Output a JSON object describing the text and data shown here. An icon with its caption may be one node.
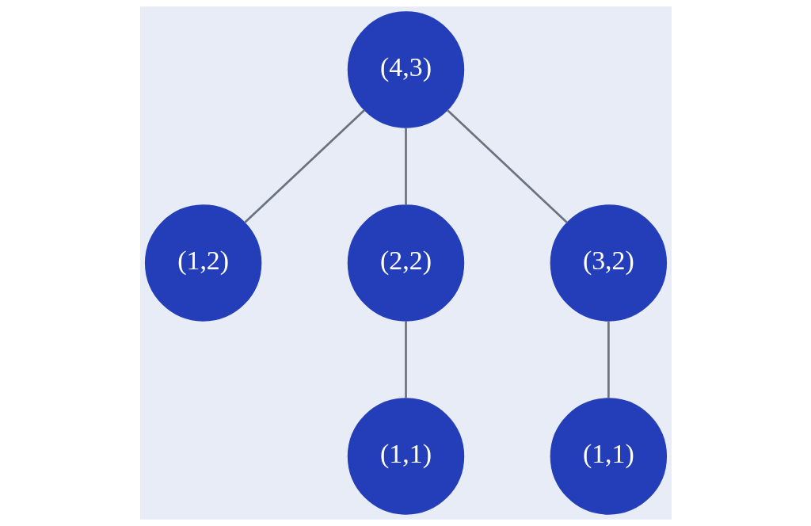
{
  "diagram": {
    "nodes": [
      {
        "text": [
          "(4,3)"
        ]
      },
      {
        "text": [
          "(1,2)"
        ]
      },
      {
        "text": [
          "(2,2)"
        ]
      },
      {
        "text": [
          "(3,2)"
        ]
      },
      {
        "text": [
          "(1,1)"
        ]
      },
      {
        "text": [
          "(1,1)"
        ]
      }
    ],
    "edges": [
      {
        "from": 0,
        "to": 1,
        "arrow": "none"
      },
      {
        "from": 0,
        "to": 2,
        "arrow": "none"
      },
      {
        "from": 0,
        "to": 3,
        "arrow": "none"
      },
      {
        "from": 2,
        "to": 4,
        "arrow": "none"
      },
      {
        "from": 3,
        "to": 5,
        "arrow": "none"
      }
    ]
  }
}
